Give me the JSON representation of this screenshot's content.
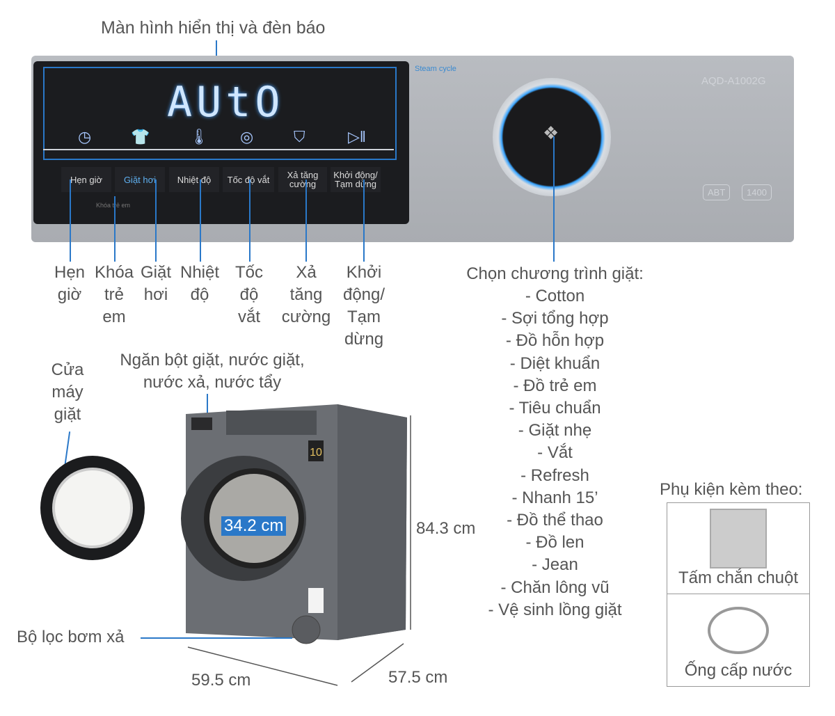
{
  "display_title": "Màn hình hiển thị và đèn báo",
  "display_text": "AUtO",
  "display_icons": [
    "clock-icon",
    "steam-shirt-icon",
    "temperature-icon",
    "spin-icon",
    "rinse-icon",
    "play-pause-icon"
  ],
  "panel_buttons": [
    "Hẹn giờ",
    "Giặt hơi",
    "Nhiệt độ",
    "Tốc độ vắt",
    "Xả tăng cường",
    "Khởi động/ Tạm dừng"
  ],
  "child_lock_small": "Khóa trẻ em",
  "panel_misc": {
    "steam": "Steam cycle",
    "model": "AQD-A1002G",
    "abt": "ABT",
    "rpm": "1400"
  },
  "callouts": {
    "hen_gio": [
      "Hẹn",
      "giờ"
    ],
    "khoa": [
      "Khóa",
      "trẻ",
      "em"
    ],
    "giat_hoi": [
      "Giặt",
      "hơi"
    ],
    "nhiet_do": [
      "Nhiệt",
      "độ"
    ],
    "toc_do": [
      "Tốc",
      "độ",
      "vắt"
    ],
    "xa": [
      "Xả",
      "tăng",
      "cường"
    ],
    "khoi_dong": [
      "Khởi",
      "động/",
      "Tạm",
      "dừng"
    ]
  },
  "programs_title": "Chọn chương trình giặt:",
  "programs": [
    "- Cotton",
    "- Sợi tổng hợp",
    "- Đồ hỗn hợp",
    "- Diệt khuẩn",
    "- Đồ trẻ em",
    "- Tiêu chuẩn",
    "- Giặt nhẹ",
    "- Vắt",
    "- Refresh",
    "- Nhanh 15’",
    "- Đồ thể thao",
    "- Đồ len",
    "- Jean",
    "- Chăn lông vũ",
    "- Vệ sinh lồng giặt"
  ],
  "door_label": [
    "Cửa",
    "máy",
    "giặt"
  ],
  "drawer_label": [
    "Ngăn bột giặt, nước giặt,",
    "nước xả, nước tẩy"
  ],
  "drum_diameter": "34.2 cm",
  "height": "84.3 cm",
  "width": "59.5 cm",
  "depth": "57.5 cm",
  "filter_label": "Bộ lọc bơm xả",
  "warranty_badge": "10",
  "accessories_title": "Phụ kiện kèm theo:",
  "accessories": [
    "Tấm chắn chuột",
    "Ống cấp nước"
  ]
}
